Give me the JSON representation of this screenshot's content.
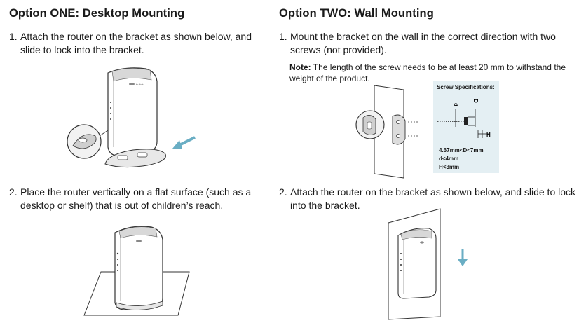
{
  "option_one": {
    "title": "Option ONE: Desktop Mounting",
    "step1": {
      "number": "1.",
      "text": "Attach the router on the bracket as shown below, and slide to lock into the bracket."
    },
    "step2": {
      "number": "2.",
      "text": "Place the router vertically on a flat surface (such as a desktop or shelf) that is out of children’s reach."
    }
  },
  "option_two": {
    "title": "Option TWO: Wall Mounting",
    "step1": {
      "number": "1.",
      "text": "Mount the bracket on the wall in the correct direction with two screws (not provided)."
    },
    "note": {
      "label": "Note:",
      "text": " The length of the screw needs to be at least 20 mm to withstand the weight of the product."
    },
    "screw_specs": {
      "title": "Screw Specifications:",
      "label_d": "d",
      "label_D": "D",
      "label_H": "H",
      "line1": "4.67mm<D<7mm",
      "line2": "d<4mm",
      "line3": "H<3mm"
    },
    "step2": {
      "number": "2.",
      "text": "Attach the router on the bracket as shown below, and slide to lock into the bracket."
    }
  },
  "brand_mark": "tp-link",
  "colors": {
    "accent_arrow": "#6aaec4",
    "spec_bg": "#e4eff3",
    "line": "#333333"
  }
}
